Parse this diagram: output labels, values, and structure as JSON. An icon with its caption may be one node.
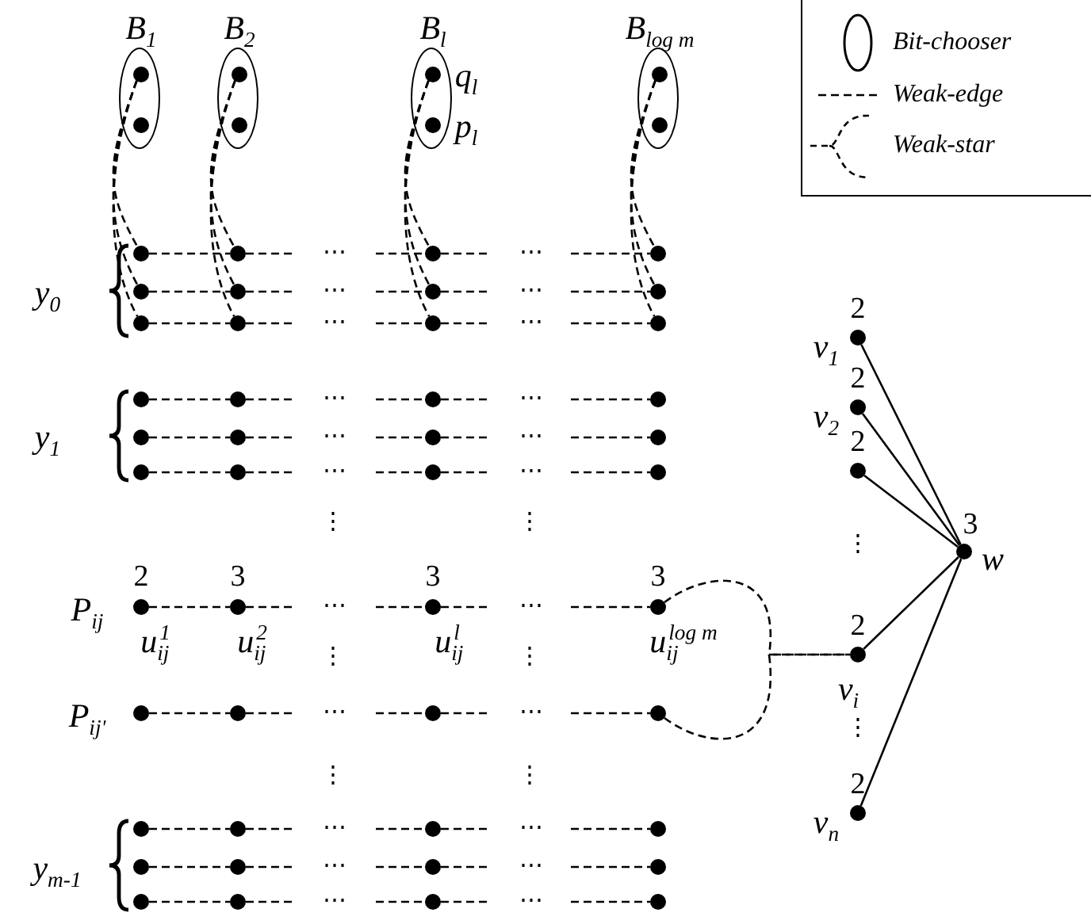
{
  "diagram": {
    "nodes": [
      {
        "text": [
          "B$_{1}$"
        ]
      },
      {
        "text": [],
        "shape": "circle",
        "in": 0
      },
      {
        "text": [],
        "shape": "circle",
        "in": 0
      },
      {
        "text": [
          "B$_{2}$"
        ]
      },
      {
        "text": [],
        "shape": "circle",
        "in": 3
      },
      {
        "text": [],
        "shape": "circle",
        "in": 3
      },
      {
        "text": [
          "B$_{l}$"
        ]
      },
      {
        "text": [],
        "shape": "circle",
        "in": 6,
        "beside": [
          "q$_{l}$"
        ]
      },
      {
        "text": [],
        "shape": "circle",
        "in": 6,
        "beside": [
          "p$_{l}$"
        ]
      },
      {
        "text": [
          "B$_{log m}$"
        ]
      },
      {
        "text": [],
        "shape": "circle",
        "in": 9
      },
      {
        "text": [],
        "shape": "circle",
        "in": 9
      },
      {
        "text": [],
        "shape": "circle"
      },
      {
        "text": [],
        "shape": "circle"
      },
      {
        "text": [],
        "shape": "circle"
      },
      {
        "text": [],
        "shape": "circle"
      },
      {
        "text": [],
        "shape": "circle"
      },
      {
        "text": [],
        "shape": "circle"
      },
      {
        "text": [],
        "shape": "circle"
      },
      {
        "text": [],
        "shape": "circle"
      },
      {
        "text": [],
        "shape": "circle"
      },
      {
        "text": [],
        "shape": "circle"
      },
      {
        "text": [],
        "shape": "circle"
      },
      {
        "text": [],
        "shape": "circle"
      },
      {
        "text": [],
        "shape": "circle"
      },
      {
        "text": [],
        "shape": "circle"
      },
      {
        "text": [],
        "shape": "circle"
      },
      {
        "text": [],
        "shape": "circle"
      },
      {
        "text": [],
        "shape": "circle"
      },
      {
        "text": [],
        "shape": "circle"
      },
      {
        "text": [],
        "shape": "circle"
      },
      {
        "text": [],
        "shape": "circle"
      },
      {
        "text": [],
        "shape": "circle"
      },
      {
        "text": [],
        "shape": "circle"
      },
      {
        "text": [],
        "shape": "circle"
      },
      {
        "text": [],
        "shape": "circle"
      },
      {
        "text": [],
        "shape": "circle",
        "beside": [
          "P$_{ij}$",
          "2",
          "u$_{ij}$$^{1}$"
        ]
      },
      {
        "text": [],
        "shape": "circle",
        "beside": [
          "3",
          "u$_{ij}$$^{2}$"
        ]
      },
      {
        "text": [],
        "shape": "circle",
        "beside": [
          "3",
          "u$_{ij}$$^{l}$"
        ]
      },
      {
        "text": [],
        "shape": "circle",
        "beside": [
          "3",
          "u$_{ij}$$^{log m}$"
        ]
      },
      {
        "text": [],
        "shape": "circle",
        "beside": [
          "P$_{ij'}$"
        ]
      },
      {
        "text": [],
        "shape": "circle"
      },
      {
        "text": [],
        "shape": "circle"
      },
      {
        "text": [],
        "shape": "circle"
      },
      {
        "text": [],
        "shape": "circle"
      },
      {
        "text": [],
        "shape": "circle"
      },
      {
        "text": [],
        "shape": "circle"
      },
      {
        "text": [],
        "shape": "circle"
      },
      {
        "text": [],
        "shape": "circle"
      },
      {
        "text": [],
        "shape": "circle"
      },
      {
        "text": [],
        "shape": "circle"
      },
      {
        "text": [],
        "shape": "circle"
      },
      {
        "text": [],
        "shape": "circle"
      },
      {
        "text": [],
        "shape": "circle"
      },
      {
        "text": [],
        "shape": "circle"
      },
      {
        "text": [],
        "shape": "circle"
      },
      {
        "text": [],
        "shape": "circle",
        "beside": [
          "2",
          "v$_{1}$"
        ]
      },
      {
        "text": [],
        "shape": "circle",
        "beside": [
          "2",
          "v$_{2}$"
        ]
      },
      {
        "text": [],
        "shape": "circle",
        "beside": [
          "2"
        ]
      },
      {
        "text": [],
        "shape": "circle",
        "beside": [
          "2",
          "v$_{i}$"
        ]
      },
      {
        "text": [],
        "shape": "circle",
        "beside": [
          "2",
          "v$_{n}$"
        ]
      },
      {
        "text": [],
        "shape": "circle",
        "beside": [
          "3",
          "w"
        ]
      }
    ],
    "edges": [
      {
        "from": 1,
        "to": 12,
        "arrow": "none",
        "style": "dashed"
      },
      {
        "from": 1,
        "to": 16,
        "arrow": "none",
        "style": "dashed"
      },
      {
        "from": 1,
        "to": 20,
        "arrow": "none",
        "style": "dashed"
      },
      {
        "from": 4,
        "to": 13,
        "arrow": "none",
        "style": "dashed"
      },
      {
        "from": 4,
        "to": 17,
        "arrow": "none",
        "style": "dashed"
      },
      {
        "from": 4,
        "to": 21,
        "arrow": "none",
        "style": "dashed"
      },
      {
        "from": 7,
        "to": 14,
        "arrow": "none",
        "style": "dashed"
      },
      {
        "from": 7,
        "to": 18,
        "arrow": "none",
        "style": "dashed"
      },
      {
        "from": 7,
        "to": 22,
        "arrow": "none",
        "style": "dashed"
      },
      {
        "from": 10,
        "to": 15,
        "arrow": "none",
        "style": "dashed"
      },
      {
        "from": 10,
        "to": 19,
        "arrow": "none",
        "style": "dashed"
      },
      {
        "from": 10,
        "to": 23,
        "arrow": "none",
        "style": "dashed"
      },
      {
        "from": 12,
        "to": 13,
        "arrow": "none",
        "style": "dashed"
      },
      {
        "from": 13,
        "to": null,
        "arrow": "none",
        "style": "dashed"
      },
      {
        "from": null,
        "to": 14,
        "arrow": "none",
        "style": "dashed"
      },
      {
        "from": 14,
        "to": null,
        "arrow": "none",
        "style": "dashed"
      },
      {
        "from": null,
        "to": 15,
        "arrow": "none",
        "style": "dashed"
      },
      {
        "from": 16,
        "to": 17,
        "arrow": "none",
        "style": "dashed"
      },
      {
        "from": 17,
        "to": null,
        "arrow": "none",
        "style": "dashed"
      },
      {
        "from": null,
        "to": 18,
        "arrow": "none",
        "style": "dashed"
      },
      {
        "from": 18,
        "to": null,
        "arrow": "none",
        "style": "dashed"
      },
      {
        "from": null,
        "to": 19,
        "arrow": "none",
        "style": "dashed"
      },
      {
        "from": 20,
        "to": 21,
        "arrow": "none",
        "style": "dashed"
      },
      {
        "from": 21,
        "to": null,
        "arrow": "none",
        "style": "dashed"
      },
      {
        "from": null,
        "to": 22,
        "arrow": "none",
        "style": "dashed"
      },
      {
        "from": 22,
        "to": null,
        "arrow": "none",
        "style": "dashed"
      },
      {
        "from": null,
        "to": 23,
        "arrow": "none",
        "style": "dashed"
      },
      {
        "from": 24,
        "to": 25,
        "arrow": "none",
        "style": "dashed"
      },
      {
        "from": 25,
        "to": null,
        "arrow": "none",
        "style": "dashed"
      },
      {
        "from": null,
        "to": 26,
        "arrow": "none",
        "style": "dashed"
      },
      {
        "from": 26,
        "to": null,
        "arrow": "none",
        "style": "dashed"
      },
      {
        "from": null,
        "to": 27,
        "arrow": "none",
        "style": "dashed"
      },
      {
        "from": 28,
        "to": 29,
        "arrow": "none",
        "style": "dashed"
      },
      {
        "from": 29,
        "to": null,
        "arrow": "none",
        "style": "dashed"
      },
      {
        "from": null,
        "to": 30,
        "arrow": "none",
        "style": "dashed"
      },
      {
        "from": 30,
        "to": null,
        "arrow": "none",
        "style": "dashed"
      },
      {
        "from": null,
        "to": 31,
        "arrow": "none",
        "style": "dashed"
      },
      {
        "from": 32,
        "to": 33,
        "arrow": "none",
        "style": "dashed"
      },
      {
        "from": 33,
        "to": null,
        "arrow": "none",
        "style": "dashed"
      },
      {
        "from": null,
        "to": 34,
        "arrow": "none",
        "style": "dashed"
      },
      {
        "from": 34,
        "to": null,
        "arrow": "none",
        "style": "dashed"
      },
      {
        "from": null,
        "to": 35,
        "arrow": "none",
        "style": "dashed"
      },
      {
        "from": 36,
        "to": 37,
        "arrow": "none",
        "style": "dashed"
      },
      {
        "from": 37,
        "to": null,
        "arrow": "none",
        "style": "dashed"
      },
      {
        "from": null,
        "to": 38,
        "arrow": "none",
        "style": "dashed"
      },
      {
        "from": 38,
        "to": null,
        "arrow": "none",
        "style": "dashed"
      },
      {
        "from": null,
        "to": 39,
        "arrow": "none",
        "style": "dashed"
      },
      {
        "from": 40,
        "to": 41,
        "arrow": "none",
        "style": "dashed"
      },
      {
        "from": 41,
        "to": null,
        "arrow": "none",
        "style": "dashed"
      },
      {
        "from": null,
        "to": 42,
        "arrow": "none",
        "style": "dashed"
      },
      {
        "from": 42,
        "to": null,
        "arrow": "none",
        "style": "dashed"
      },
      {
        "from": null,
        "to": 43,
        "arrow": "none",
        "style": "dashed"
      },
      {
        "from": 44,
        "to": 45,
        "arrow": "none",
        "style": "dashed"
      },
      {
        "from": 45,
        "to": null,
        "arrow": "none",
        "style": "dashed"
      },
      {
        "from": null,
        "to": 46,
        "arrow": "none",
        "style": "dashed"
      },
      {
        "from": 46,
        "to": null,
        "arrow": "none",
        "style": "dashed"
      },
      {
        "from": null,
        "to": 47,
        "arrow": "none",
        "style": "dashed"
      },
      {
        "from": 48,
        "to": 49,
        "arrow": "none",
        "style": "dashed"
      },
      {
        "from": 49,
        "to": null,
        "arrow": "none",
        "style": "dashed"
      },
      {
        "from": null,
        "to": 50,
        "arrow": "none",
        "style": "dashed"
      },
      {
        "from": 50,
        "to": null,
        "arrow": "none",
        "style": "dashed"
      },
      {
        "from": null,
        "to": 51,
        "arrow": "none",
        "style": "dashed"
      },
      {
        "from": 52,
        "to": 53,
        "arrow": "none",
        "style": "dashed"
      },
      {
        "from": 53,
        "to": null,
        "arrow": "none",
        "style": "dashed"
      },
      {
        "from": null,
        "to": 54,
        "arrow": "none",
        "style": "dashed"
      },
      {
        "from": 54,
        "to": null,
        "arrow": "none",
        "style": "dashed"
      },
      {
        "from": null,
        "to": 55,
        "arrow": "none",
        "style": "dashed"
      },
      {
        "from": 39,
        "to": 59,
        "arrow": "none",
        "style": "dashed"
      },
      {
        "from": 43,
        "to": 59,
        "arrow": "none",
        "style": "dashed"
      },
      {
        "from": 56,
        "to": 61,
        "arrow": "none"
      },
      {
        "from": 57,
        "to": 61,
        "arrow": "none"
      },
      {
        "from": 58,
        "to": 61,
        "arrow": "none"
      },
      {
        "from": 59,
        "to": 61,
        "arrow": "none"
      },
      {
        "from": 60,
        "to": 61,
        "arrow": "none"
      }
    ],
    "labels": [
      "y$_{0}$",
      "⋯",
      "⋯",
      "⋯",
      "⋯",
      "⋯",
      "⋯",
      "y$_{1}$",
      "⋯",
      "⋯",
      "⋯",
      "⋯",
      "⋯",
      "⋯",
      "⋮",
      "⋮",
      "⋮",
      "⋯",
      "⋯",
      "⋮",
      "⋮",
      "⋮",
      "⋯",
      "⋯",
      "⋮",
      "⋮",
      "y$_{m-1}$",
      "⋯",
      "⋯",
      "⋯",
      "⋯",
      "⋯",
      "⋯"
    ],
    "legend": [
      {
        "text": "Bit-chooser"
      },
      {
        "text": "Weak-edge"
      },
      {
        "text": "Weak-star"
      }
    ]
  }
}
